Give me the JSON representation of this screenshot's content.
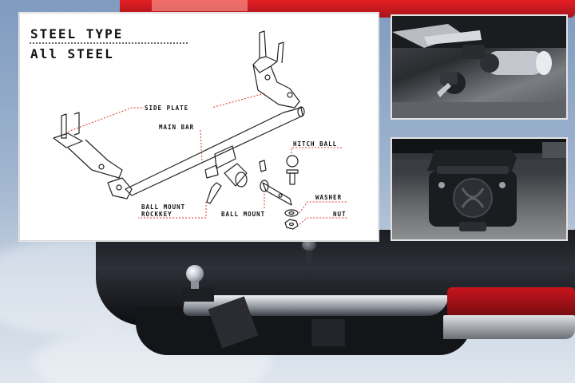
{
  "diagram": {
    "title_line1": "STEEL TYPE",
    "title_line2": "All STEEL",
    "labels": {
      "side_plate": "SIDE PLATE",
      "main_bar": "MAIN BAR",
      "hitch_ball": "HITCH BALL",
      "ball_mount_rockkey_1": "BALL MOUNT",
      "ball_mount_rockkey_2": "ROCKKEY",
      "ball_mount": "BALL MOUNT",
      "washer": "WASHER",
      "nut": "NUT"
    }
  },
  "photos": {
    "top": {
      "icon": "hitch-lock-key-icon"
    },
    "bottom": {
      "icon": "trailer-connector-socket-icon"
    }
  },
  "colors": {
    "leader_line": "#e0352b",
    "taillight": "#e31e24",
    "panel_background": "#ffffff"
  }
}
